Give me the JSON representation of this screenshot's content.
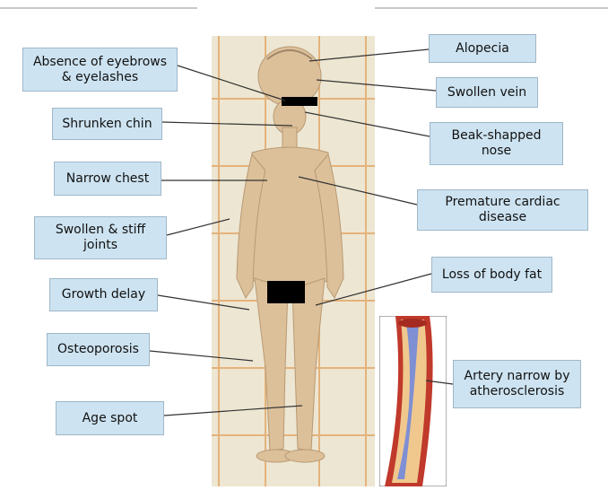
{
  "labels": {
    "eyebrows": "Absence of eyebrows\n& eyelashes",
    "chin": "Shrunken chin",
    "chest": "Narrow chest",
    "joints": "Swollen & stiff\njoints",
    "growth": "Growth delay",
    "osteo": "Osteoporosis",
    "agespot": "Age spot",
    "alopecia": "Alopecia",
    "vein": "Swollen vein",
    "nose": "Beak-shapped\nnose",
    "cardiac": "Premature cardiac\ndisease",
    "bodyfat": "Loss of body fat",
    "artery": "Artery narrow by\natherosclerosis"
  },
  "colors": {
    "label_fill": "#cde3f1",
    "label_border": "#9fb7c9",
    "leader_line": "#333333",
    "photo_background": "#ede6d2",
    "grid_lines": "#e2a35f",
    "skin": "#dcc09a",
    "artery_wall": "#c0392b",
    "plaque": "#f0c88e",
    "blood_channel": "#7f8fd4"
  },
  "icons": {
    "photo": "clinical-photo-progeria-child",
    "artery": "artery-cross-section-illustration"
  }
}
